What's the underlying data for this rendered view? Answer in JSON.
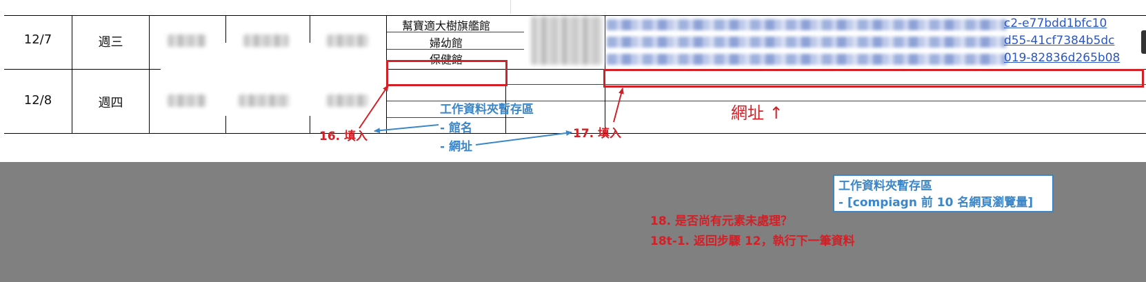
{
  "rows": [
    {
      "date": "12/7",
      "weekday": "週三"
    },
    {
      "date": "12/8",
      "weekday": "週四"
    }
  ],
  "venues": [
    "幫寶適大樹旗艦館",
    "婦幼館",
    "保健館"
  ],
  "link_tails": [
    "c2-e77bdd1bfc10",
    "d55-41cf7384b5dc",
    "019-82836d265b08"
  ],
  "annotations": {
    "step16": "16. 填入",
    "step17": "17. 填入",
    "url_arrow": "網址 ↑",
    "workspace_title": "工作資料夾暫存區",
    "workspace_item_name": "- 館名",
    "workspace_item_url": "- 網址"
  },
  "callout": {
    "title": "工作資料夾暫存區",
    "item": "- [compiagn 前 10 名網頁瀏覽量]"
  },
  "questions": {
    "step18": "18. 是否尚有元素未處理？",
    "step18t1": "18t-1. 返回步驟 12，執行下一筆資料"
  },
  "colors": {
    "red": "#d31f26",
    "blue": "#3a86c8",
    "gray": "#808080",
    "link": "#2a56c6"
  }
}
